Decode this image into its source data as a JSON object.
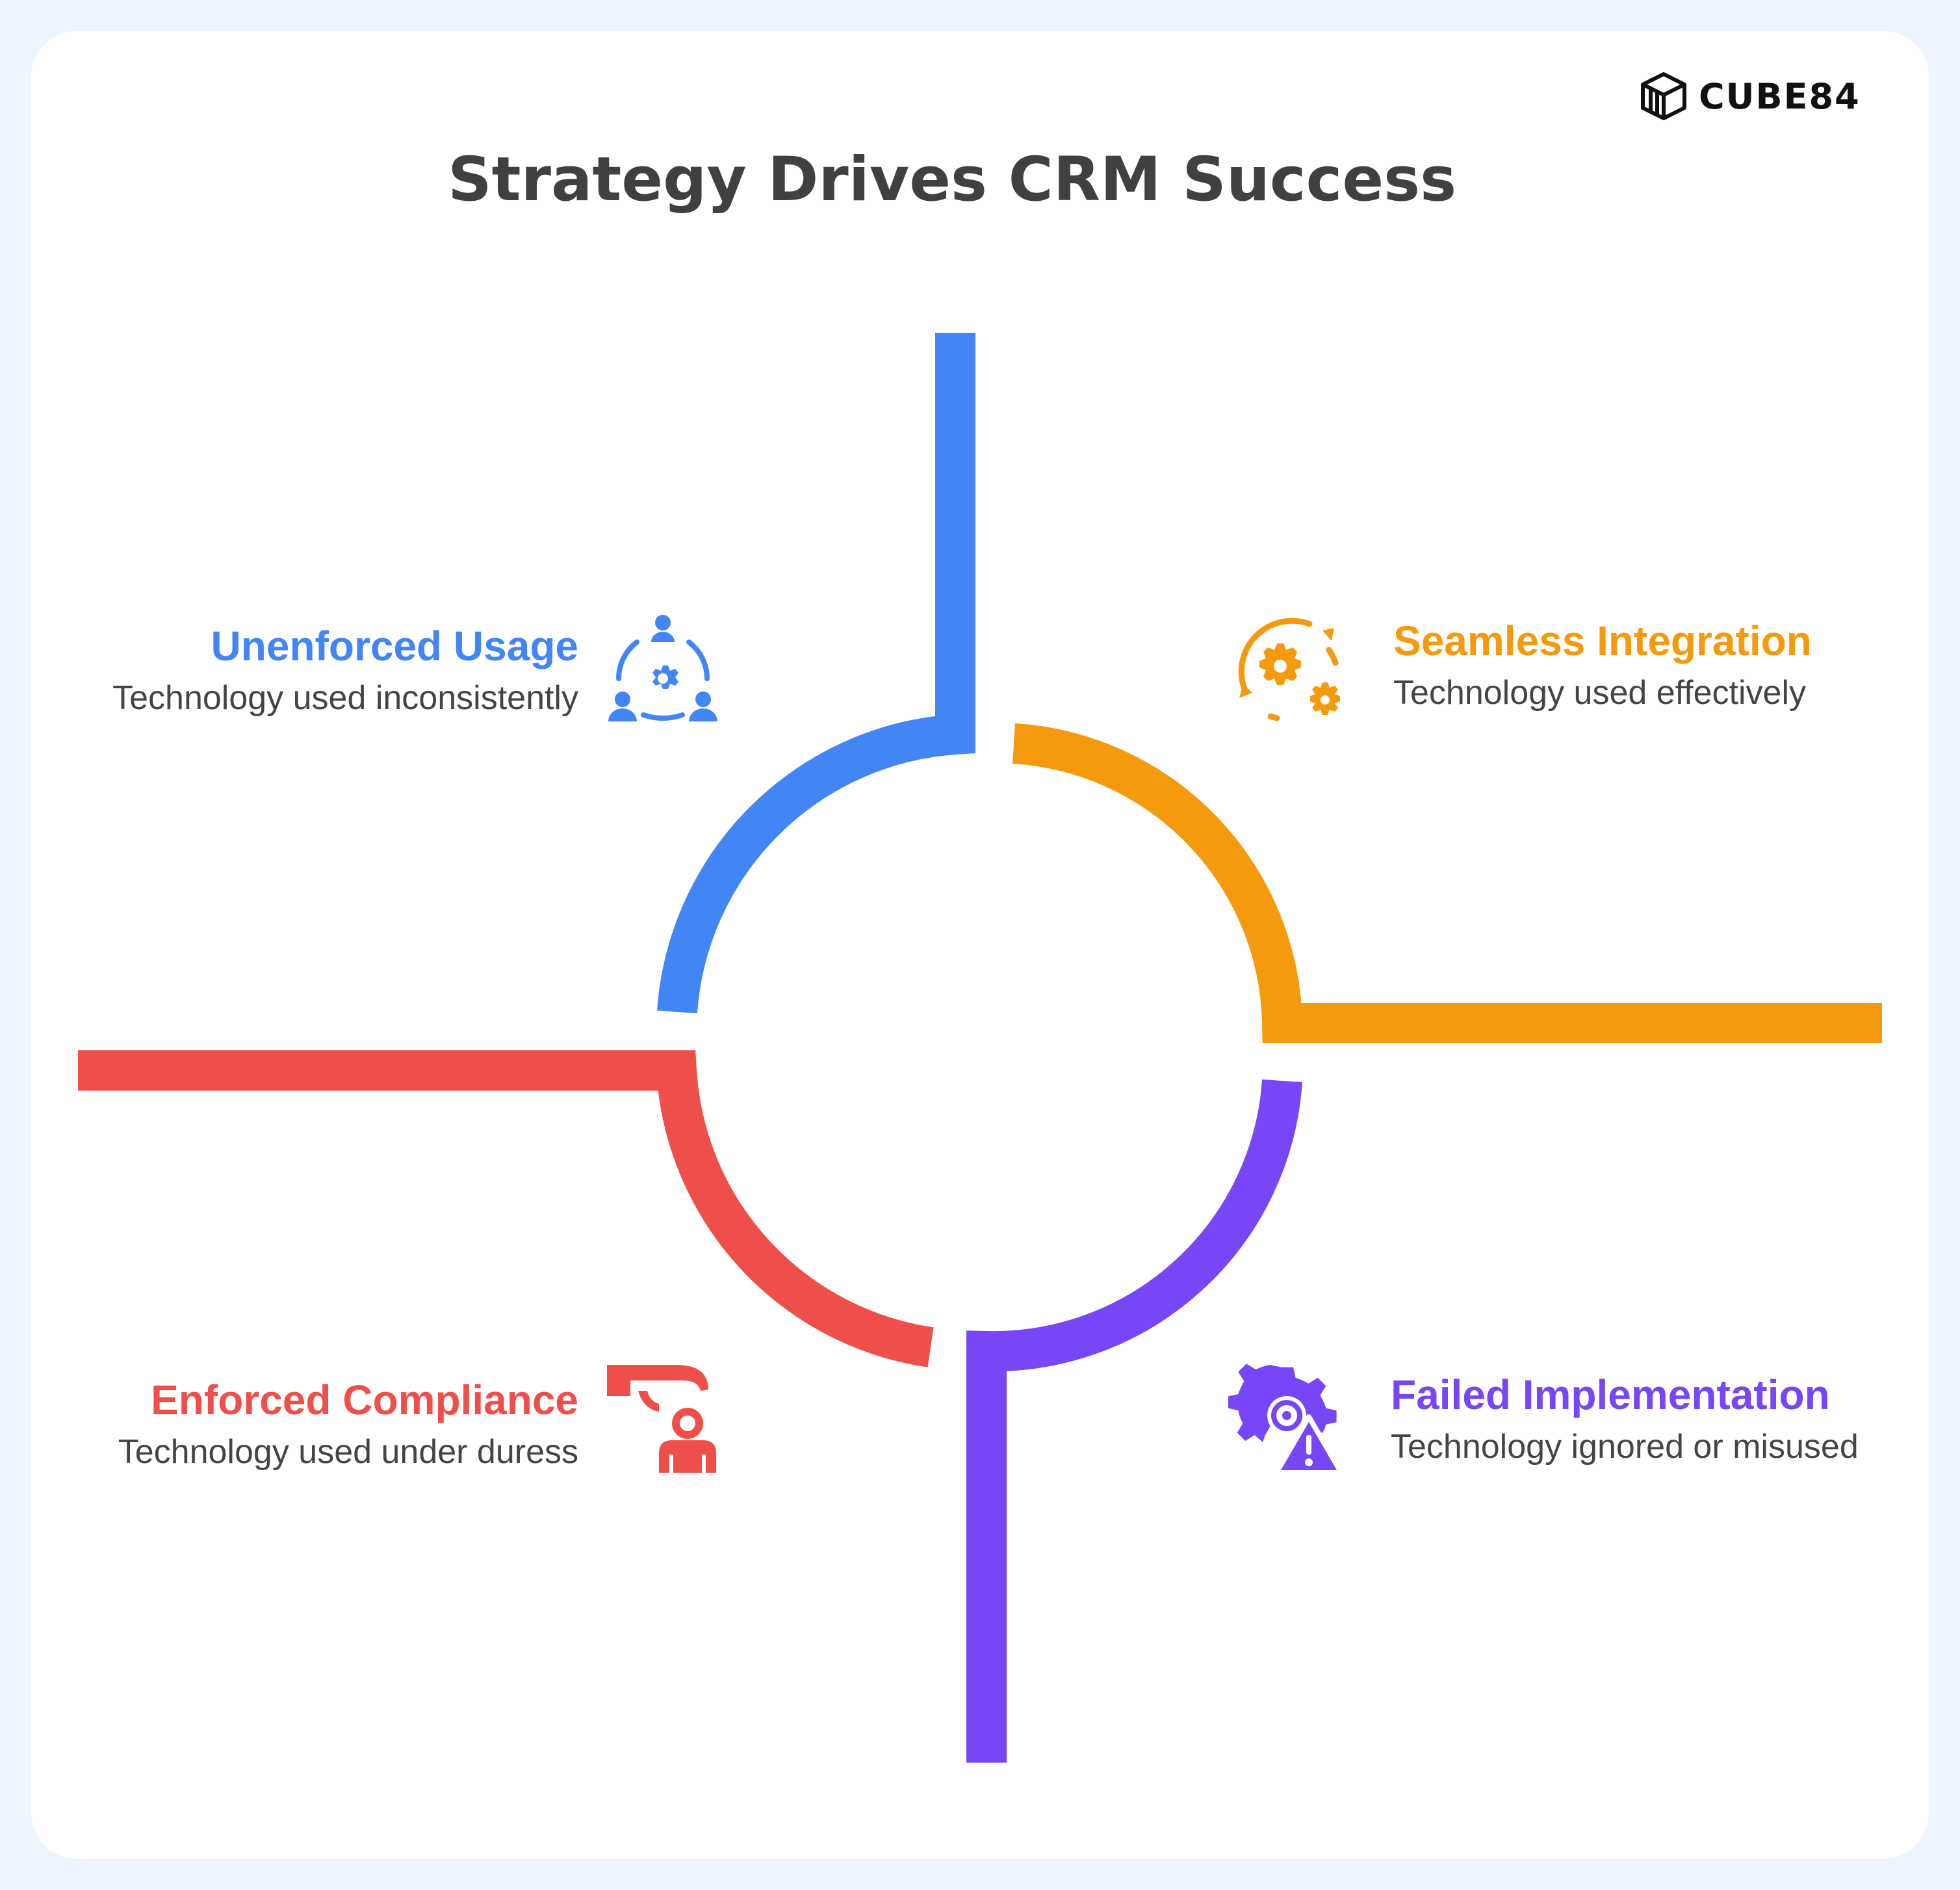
{
  "brand": {
    "name": "CUBE84"
  },
  "title": "Strategy Drives CRM Success",
  "quadrants": [
    {
      "id": "unenforced",
      "heading": "Unenforced Usage",
      "description": "Technology used inconsistently",
      "color": "#4285f4",
      "icon": "team-gear-icon"
    },
    {
      "id": "seamless",
      "heading": "Seamless Integration",
      "description": "Technology used effectively",
      "color": "#f59a0c",
      "icon": "gears-cycle-icon"
    },
    {
      "id": "enforced",
      "heading": "Enforced Compliance",
      "description": "Technology used under duress",
      "color": "#ef4f4a",
      "icon": "hand-person-icon"
    },
    {
      "id": "failed",
      "heading": "Failed Implementation",
      "description": "Technology ignored or misused",
      "color": "#7646f7",
      "icon": "gear-warning-icon"
    }
  ]
}
